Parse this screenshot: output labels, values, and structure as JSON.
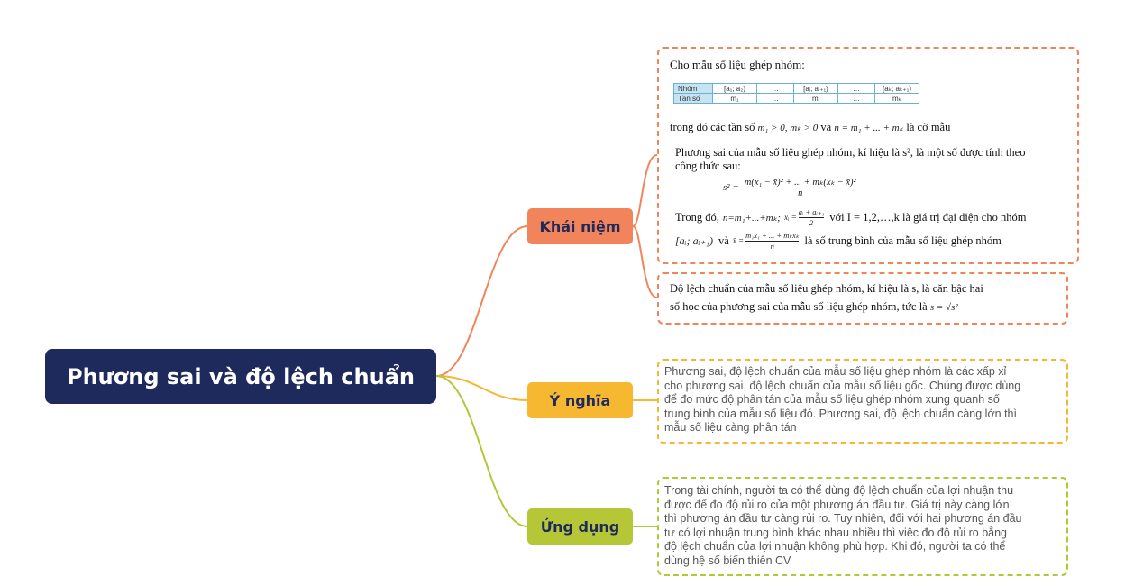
{
  "root": {
    "title": "Phương sai và độ lệch chuẩn"
  },
  "branches": [
    {
      "label": "Khái niệm",
      "color": "#f2845c"
    },
    {
      "label": "Ý nghĩa",
      "color": "#f5b830"
    },
    {
      "label": "Ứng dụng",
      "color": "#b5c637"
    }
  ],
  "concept": {
    "intro": "Cho mẫu số liệu ghép nhóm:",
    "table": {
      "row_labels": [
        "Nhóm",
        "Tần số"
      ],
      "groups": [
        "[a₁; a₂)",
        "…",
        "[aᵢ; aᵢ₊₁)",
        "…",
        "[aₖ; aₖ₊₁)"
      ],
      "freqs": [
        "m₁",
        "…",
        "mᵢ",
        "…",
        "mₖ"
      ]
    },
    "line_freq_pre": "trong đó các tần số",
    "freq_cond": "m₁ > 0, mₖ > 0",
    "and": "và",
    "n_formula": "n = m₁ + ... + mₖ",
    "line_freq_post": "là cỡ mẫu",
    "variance_def_1": "Phương sai của mẫu số liệu ghép nhóm, kí hiệu là s², là một số được tính theo",
    "variance_def_2": "công thức sau:",
    "s2_lhs": "s² =",
    "s2_num": "m(x₁ − x̄)² + ... + mₖ(xₖ − x̄)²",
    "s2_den": "n",
    "where_pre": "Trong đó,",
    "n_def": "n=m₁+...+mₖ;",
    "xi_lhs": "xᵢ =",
    "xi_num": "aᵢ + aᵢ₊₁",
    "xi_den": "2",
    "where_post": "với I = 1,2,…,k là giá trị đại diện cho nhóm",
    "interval": "[aᵢ; aᵢ₊₁)",
    "mean_lhs": "x̄ =",
    "mean_num": "m₁x₁ + ... + mₖxₖ",
    "mean_den": "n",
    "mean_post": "là số trung bình của mẫu số liệu ghép nhóm",
    "std_1": "Độ lệch chuẩn của mẫu số liệu ghép nhóm, kí hiệu là s, là căn bậc hai",
    "std_2": "số học của phương sai của mẫu số liệu ghép nhóm, tức là",
    "std_formula": "s = √s²"
  },
  "meaning": {
    "lines": [
      "Phương sai, độ lệch chuẩn của mẫu số liệu ghép nhóm là các xấp xỉ",
      "cho phương sai, độ lệch chuẩn của mẫu số liệu gốc. Chúng được dùng",
      "để đo mức độ phân tán của mẫu số liệu ghép nhóm xung quanh số",
      "trung bình của mẫu số liệu đó. Phương sai, độ lệch chuẩn càng lớn thì",
      "mẫu số liệu càng phân tán"
    ]
  },
  "application": {
    "lines": [
      "Trong tài chính, người ta có thể dùng độ lệch chuẩn của lợi nhuận thu",
      "được để đo độ rủi ro của một phương án đầu tư. Giá trị này càng lớn",
      "thì phương án đầu tư càng rủi ro. Tuy nhiên, đối với hai phương án đầu",
      "tư có lợi nhuận trung bình khác nhau nhiều thì việc đo độ rủi ro bằng",
      "độ lệch chuẩn của lợi nhuận không phù hợp. Khi đó, người ta có thể",
      "dùng hệ số biến thiên CV"
    ]
  }
}
